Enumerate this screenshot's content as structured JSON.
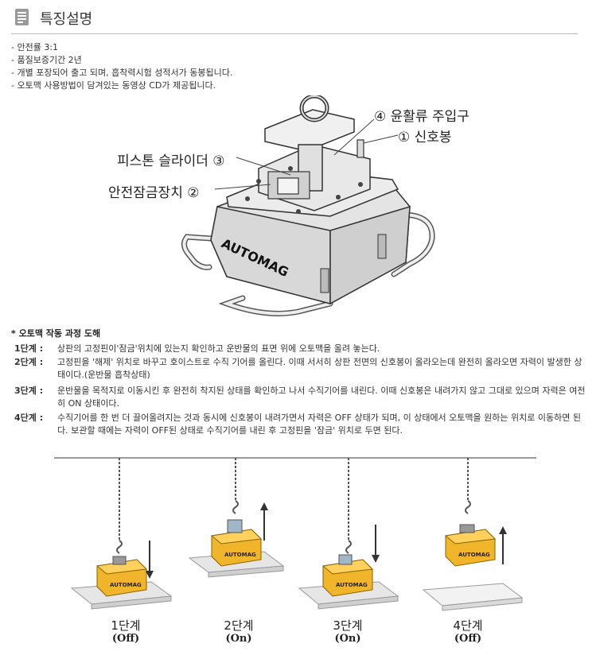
{
  "section_title": "특징설명",
  "features": [
    "- 안전률 3:1",
    "- 품질보증기간 2년",
    "- 개별 포장되어 출고 되며, 흡착력시험 성적서가 동봉됩니다.",
    "- 오토맥 사용방법이 담겨있는 동영상 CD가 제공됩니다."
  ],
  "diagram_labels": {
    "l1": "① 신호봉",
    "l2": "안전잠금장치 ②",
    "l3": "피스톤 슬라이더 ③",
    "l4": "④ 윤활류 주입구"
  },
  "brand": "AUTOMAG",
  "steps_title": "* 오토맥 작동 과정 도해",
  "steps": [
    {
      "label": "1단계 :",
      "text": "상판의 고정핀이'잠금'위치에 있는지 확인하고 운반물의 표면 위에 오토맥을 올려 놓는다."
    },
    {
      "label": "2단계 :",
      "text": "고정핀을 '해제' 위치로 바꾸고 호이스트로 수직 기어를 올린다. 이때 서서히 상판 전면의 신호봉이 올라오는데 완전히 올라오면 자력이 발생한 상태이다.(운반물 흡착상태)"
    },
    {
      "label": "3단계 :",
      "text": "운반물을 목적지로 이동시킨 후 완전히 착지된 상태를 확인하고 나서 수직기어를 내린다. 이때 신호봉은 내려가지 않고 그대로 있으며 자력은 여전히 ON 상태이다."
    },
    {
      "label": "4단계 :",
      "text": "수직기어를 한 번 더 끌어올려지는 것과 동시에 신호봉이 내려가면서 자력은 OFF 상태가 되며, 이 상태에서 오토맥을 원하는 위치로 이동하면 된다. 보관할 때에는 자력이 OFF된 상태로 수직기어를 내린 후 고정핀을 '잠금' 위치로 두면 된다."
    }
  ],
  "stage_captions": [
    {
      "name": "1단계",
      "state": "(Off)"
    },
    {
      "name": "2단계",
      "state": "(On)"
    },
    {
      "name": "3단계",
      "state": "(On)"
    },
    {
      "name": "4단계",
      "state": "(Off)"
    }
  ]
}
